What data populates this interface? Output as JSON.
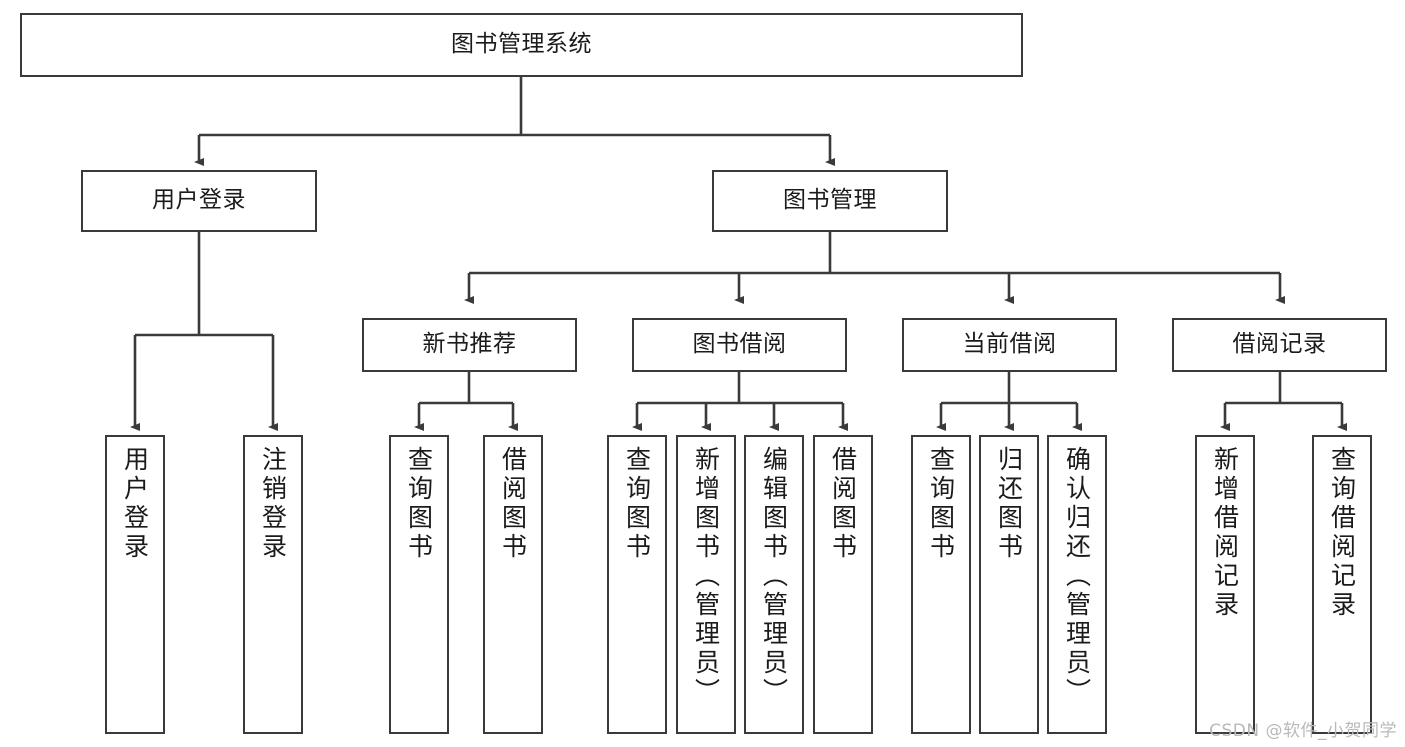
{
  "diagram": {
    "title": "图书管理系统",
    "type": "tree-hierarchy-diagram",
    "watermark": "CSDN @软件_小贺同学",
    "colors": {
      "stroke": "#3a3a3a",
      "fill": "#ffffff",
      "text": "#1b1b1b",
      "watermark": "#b9b9b9"
    },
    "nodes": {
      "root": {
        "label": "图书管理系统",
        "level": 0,
        "orientation": "horizontal"
      },
      "user_login": {
        "label": "用户登录",
        "level": 1,
        "orientation": "horizontal"
      },
      "book_manage": {
        "label": "图书管理",
        "level": 1,
        "orientation": "horizontal"
      },
      "new_book_rec": {
        "label": "新书推荐",
        "level": 2,
        "orientation": "horizontal"
      },
      "book_borrow": {
        "label": "图书借阅",
        "level": 2,
        "orientation": "horizontal"
      },
      "current_borrow": {
        "label": "当前借阅",
        "level": 2,
        "orientation": "horizontal"
      },
      "borrow_record": {
        "label": "借阅记录",
        "level": 2,
        "orientation": "horizontal"
      },
      "leaf_user_login": {
        "label": "用户登录",
        "level": 3,
        "orientation": "vertical"
      },
      "leaf_logout": {
        "label": "注销登录",
        "level": 3,
        "orientation": "vertical"
      },
      "leaf_rec_query": {
        "label": "查询图书",
        "level": 3,
        "orientation": "vertical"
      },
      "leaf_rec_borrow": {
        "label": "借阅图书",
        "level": 3,
        "orientation": "vertical"
      },
      "leaf_bb_query": {
        "label": "查询图书",
        "level": 3,
        "orientation": "vertical"
      },
      "leaf_bb_add": {
        "label": "新增图书（管理员）",
        "level": 3,
        "orientation": "vertical"
      },
      "leaf_bb_edit": {
        "label": "编辑图书（管理员）",
        "level": 3,
        "orientation": "vertical"
      },
      "leaf_bb_borrow": {
        "label": "借阅图书",
        "level": 3,
        "orientation": "vertical"
      },
      "leaf_cb_query": {
        "label": "查询图书",
        "level": 3,
        "orientation": "vertical"
      },
      "leaf_cb_return": {
        "label": "归还图书",
        "level": 3,
        "orientation": "vertical"
      },
      "leaf_cb_confirm": {
        "label": "确认归还（管理员）",
        "level": 3,
        "orientation": "vertical"
      },
      "leaf_br_add": {
        "label": "新增借阅记录",
        "level": 3,
        "orientation": "vertical"
      },
      "leaf_br_query": {
        "label": "查询借阅记录",
        "level": 3,
        "orientation": "vertical"
      }
    },
    "edges": [
      {
        "from": "root",
        "to": "user_login"
      },
      {
        "from": "root",
        "to": "book_manage"
      },
      {
        "from": "user_login",
        "to": "leaf_user_login"
      },
      {
        "from": "user_login",
        "to": "leaf_logout"
      },
      {
        "from": "book_manage",
        "to": "new_book_rec"
      },
      {
        "from": "book_manage",
        "to": "book_borrow"
      },
      {
        "from": "book_manage",
        "to": "current_borrow"
      },
      {
        "from": "book_manage",
        "to": "borrow_record"
      },
      {
        "from": "new_book_rec",
        "to": "leaf_rec_query"
      },
      {
        "from": "new_book_rec",
        "to": "leaf_rec_borrow"
      },
      {
        "from": "book_borrow",
        "to": "leaf_bb_query"
      },
      {
        "from": "book_borrow",
        "to": "leaf_bb_add"
      },
      {
        "from": "book_borrow",
        "to": "leaf_bb_edit"
      },
      {
        "from": "book_borrow",
        "to": "leaf_bb_borrow"
      },
      {
        "from": "current_borrow",
        "to": "leaf_cb_query"
      },
      {
        "from": "current_borrow",
        "to": "leaf_cb_return"
      },
      {
        "from": "current_borrow",
        "to": "leaf_cb_confirm"
      },
      {
        "from": "borrow_record",
        "to": "leaf_br_add"
      },
      {
        "from": "borrow_record",
        "to": "leaf_br_query"
      }
    ]
  }
}
